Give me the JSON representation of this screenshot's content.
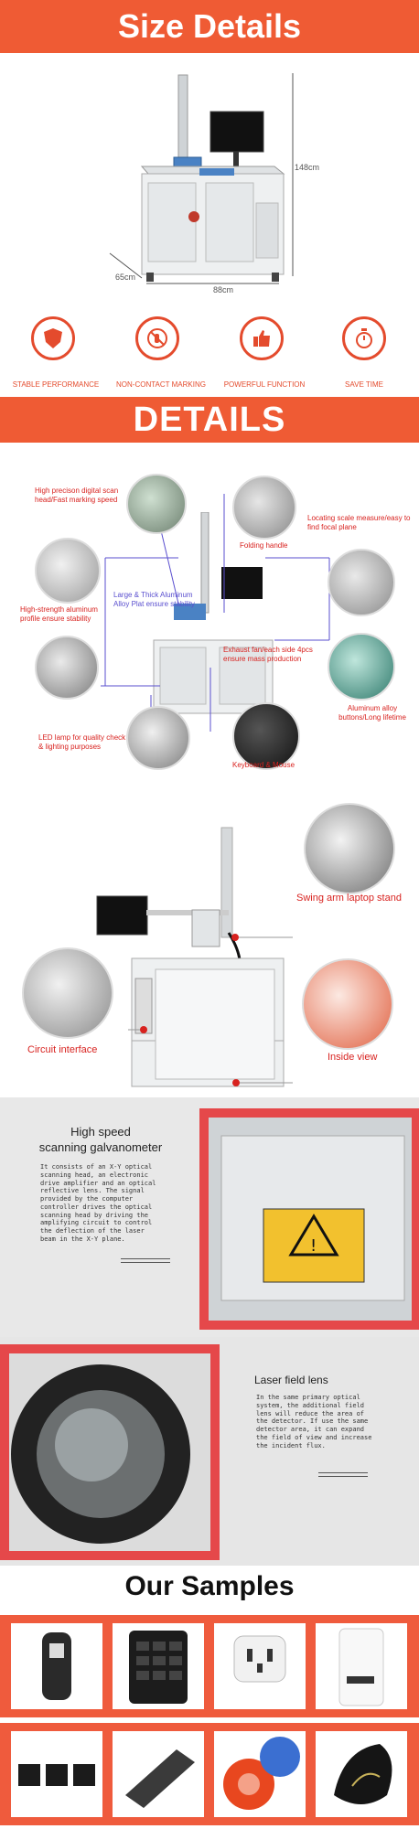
{
  "size_section": {
    "title": "Size Details",
    "dim_height": "148cm",
    "dim_depth": "65cm",
    "dim_width": "88cm"
  },
  "features": [
    {
      "label": "STABLE PERFORMANCE",
      "icon": "shield-icon"
    },
    {
      "label": "NON-CONTACT MARKING",
      "icon": "no-touch-icon"
    },
    {
      "label": "POWERFUL FUNCTION",
      "icon": "thumbs-up-icon"
    },
    {
      "label": "SAVE TIME",
      "icon": "stopwatch-icon"
    }
  ],
  "details_section": {
    "title": "DETAILS",
    "callouts": {
      "scan_head": "High precison digital scan head/Fast marking speed",
      "folding_handle": "Folding handle",
      "locating_scale": "Locating scale measure/easy to find focal plane",
      "aluminum_profile": "High-strength aluminum profile ensure stability",
      "thick_aluminum": "Large & Thick Aluminum Alloy Plat ensure stability",
      "exhaust_fan": "Exhaust fan/each side 4pcs ensure mass production",
      "aluminum_buttons": "Aluminum alloy buttons/Long lifetime",
      "led_lamp": "LED lamp for quality check & lighting purposes",
      "keyboard_mouse": "Keyboard & Mouse"
    },
    "swing_arm": "Swing arm laptop stand",
    "circuit_interface": "Circuit interface",
    "inside_view": "Inside view"
  },
  "galvanometer": {
    "title_line1": "High speed",
    "title_line2": "scanning galvanometer",
    "description": "It consists of an X-Y optical scanning head, an electronic drive amplifier and an optical reflective lens. The signal provided by the computer controller drives the optical scanning head by driving the amplifying circuit to control the deflection of the laser beam in the X-Y plane."
  },
  "field_lens": {
    "title": "Laser field lens",
    "description": "In the same primary optical system, the additional field lens will reduce the area of the detector. If use the same detector area, it can expand the field of view and increase the incident flux."
  },
  "samples": {
    "title": "Our Samples"
  },
  "colors": {
    "accent": "#ef5b34",
    "callout_red": "#d8221f",
    "frame_red": "#e5484a"
  }
}
